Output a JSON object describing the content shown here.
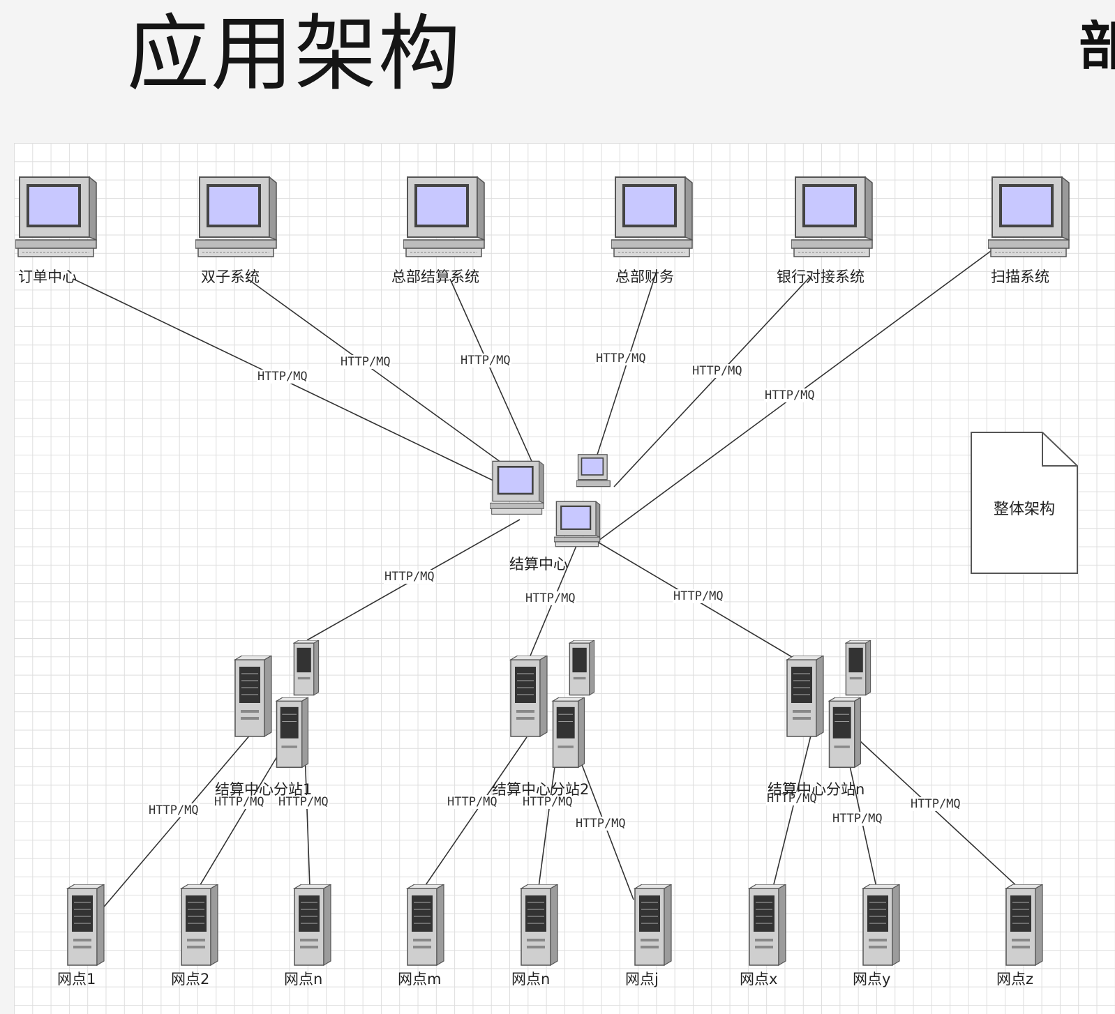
{
  "title": "应用架构",
  "corner_text": "部",
  "note": "整体架构",
  "link_label": "HTTP/MQ",
  "clients": [
    {
      "name": "订单中心"
    },
    {
      "name": "双子系统"
    },
    {
      "name": "总部结算系统"
    },
    {
      "name": "总部财务"
    },
    {
      "name": "银行对接系统"
    },
    {
      "name": "扫描系统"
    }
  ],
  "center": {
    "name": "结算中心"
  },
  "branches": [
    {
      "name": "结算中心分站1"
    },
    {
      "name": "结算中心分站2"
    },
    {
      "name": "结算中心分站n"
    }
  ],
  "outlets": [
    {
      "name": "网点1"
    },
    {
      "name": "网点2"
    },
    {
      "name": "网点n"
    },
    {
      "name": "网点m"
    },
    {
      "name": "网点n"
    },
    {
      "name": "网点j"
    },
    {
      "name": "网点x"
    },
    {
      "name": "网点y"
    },
    {
      "name": "网点z"
    }
  ],
  "colors": {
    "screen": "#c8c8ff",
    "device_body": "#cfcfcf",
    "line": "#333333",
    "grid": "#dedede"
  }
}
